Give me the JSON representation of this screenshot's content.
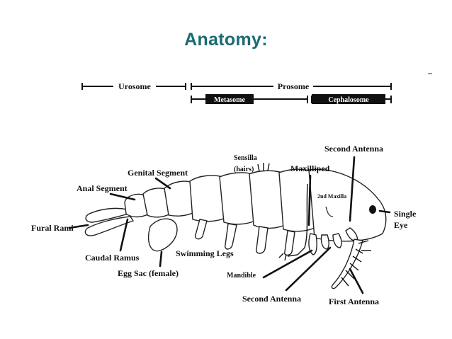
{
  "title": "Anatomy:",
  "scale": {
    "urosome": "Urosome",
    "prosome": "Prosome",
    "metasome": "Metasome",
    "cephalosome": "Cephalosome"
  },
  "labels": {
    "fural_rami": "Fural Rami",
    "anal_segment": "Anal Segment",
    "genital_segment": "Genital Segment",
    "caudal_ramus": "Caudal Ramus",
    "egg_sac": "Egg Sac (female)",
    "swimming_legs": "Swimming Legs",
    "sensilla": "Sensilla",
    "sensilla_note": "(hairs)",
    "maxilliped": "Maxilliped",
    "second_maxilla": "2nd Maxilla",
    "second_antenna_top": "Second Antenna",
    "single_eye_1": "Single",
    "single_eye_2": "Eye",
    "mandible": "Mandible",
    "second_antenna_bottom": "Second Antenna",
    "first_antenna": "First Antenna"
  }
}
